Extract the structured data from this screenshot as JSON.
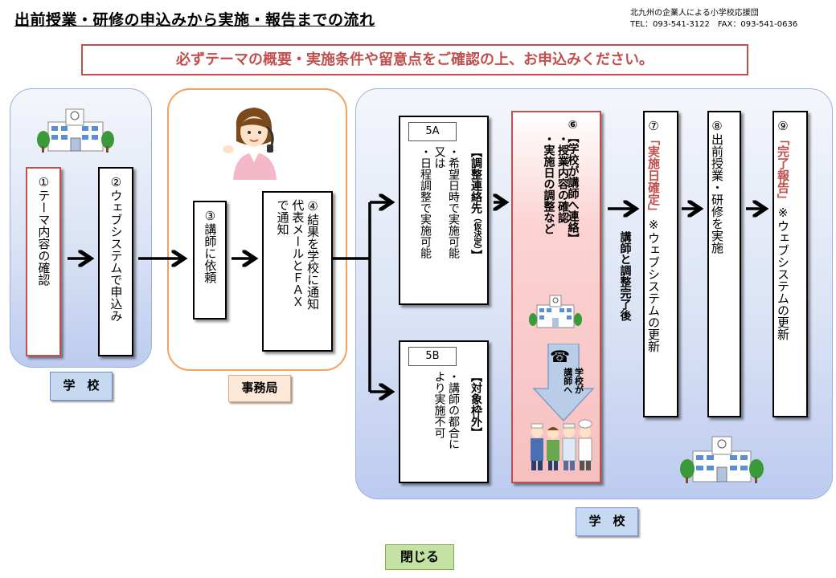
{
  "header": {
    "title": "出前授業・研修の申込みから実施・報告までの流れ",
    "org_name": "北九州の企業人による小学校応援団",
    "contact": "TEL：093-541-3122　FAX：093-541-0636"
  },
  "notice": "必ずテーマの概要・実施条件や留意点をご確認の上、お申込みください。",
  "steps": {
    "s1": "①テーマ内容の確認",
    "s2": "②ウェブシステムで申込み",
    "s3": "③講師に依頼",
    "s4": "④結果を学校に通知\n代表メールとＦＡＸ\nで通知",
    "s5a_num": "5A",
    "s5a_head": "【調整連絡先",
    "s5a_head_small": "（仮決定）",
    "s5a_head_close": "】",
    "s5a_body": "・希望日時で実施可能\n又は\n・日程調整で実施可能",
    "s5b_num": "5B",
    "s5b_head": "【対象枠外】",
    "s5b_body": "・講師の都合に\nより実施不可",
    "s6_num": "⑥",
    "s6_head": "【学校が講師へ連絡】",
    "s6_body": "・授業内容の確認\n・実施日の調整など",
    "s6_arrow": "学校が\n講師へ",
    "s7_num": "⑦",
    "s7_head": "「実施日確定」",
    "s7_body": "※ウェブシステムの更新",
    "s8_num": "⑧",
    "s8_body": "出前授業・研修を実施",
    "s9_num": "⑨",
    "s9_head": "「完了報告」",
    "s9_body": "※ウェブシステムの更新"
  },
  "connector_text": "講師と調整完了後",
  "labels": {
    "school_left": "学　校",
    "office": "事務局",
    "school_right": "学　校"
  },
  "close_button": "閉じる",
  "colors": {
    "accent_red": "#c0504d",
    "panel_blue": "#bccbef",
    "panel_orange": "#f2a15f",
    "close_green": "#c4e2a3"
  },
  "icons": [
    "school-building-icon",
    "operator-woman-icon",
    "telephone-icon",
    "staff-group-icon"
  ]
}
